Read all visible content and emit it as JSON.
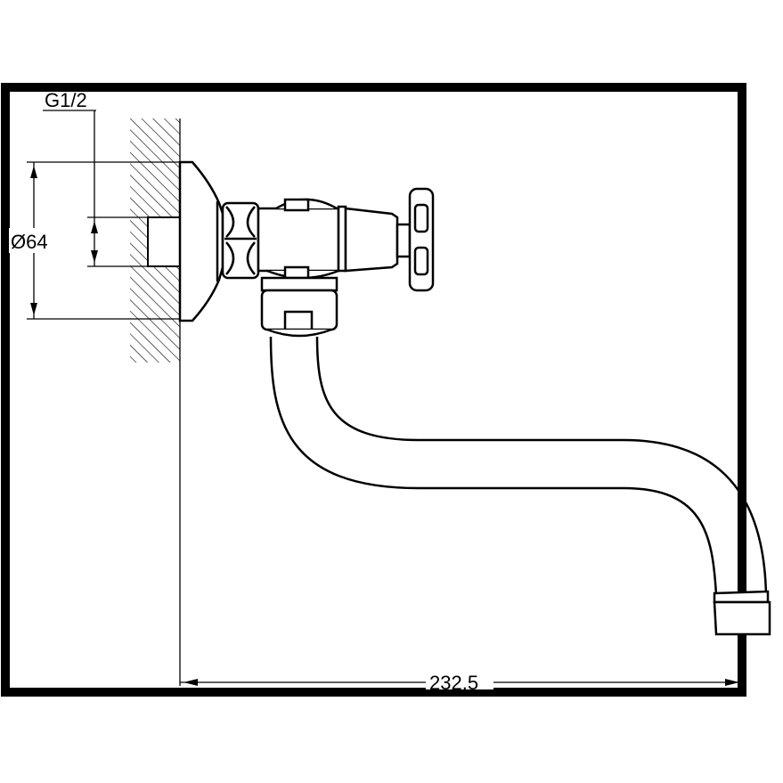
{
  "drawing": {
    "thread_label": "G1/2",
    "diameter_label": "Ø64",
    "length_label": "232.5"
  },
  "colors": {
    "line": "#000000",
    "background": "#ffffff"
  }
}
